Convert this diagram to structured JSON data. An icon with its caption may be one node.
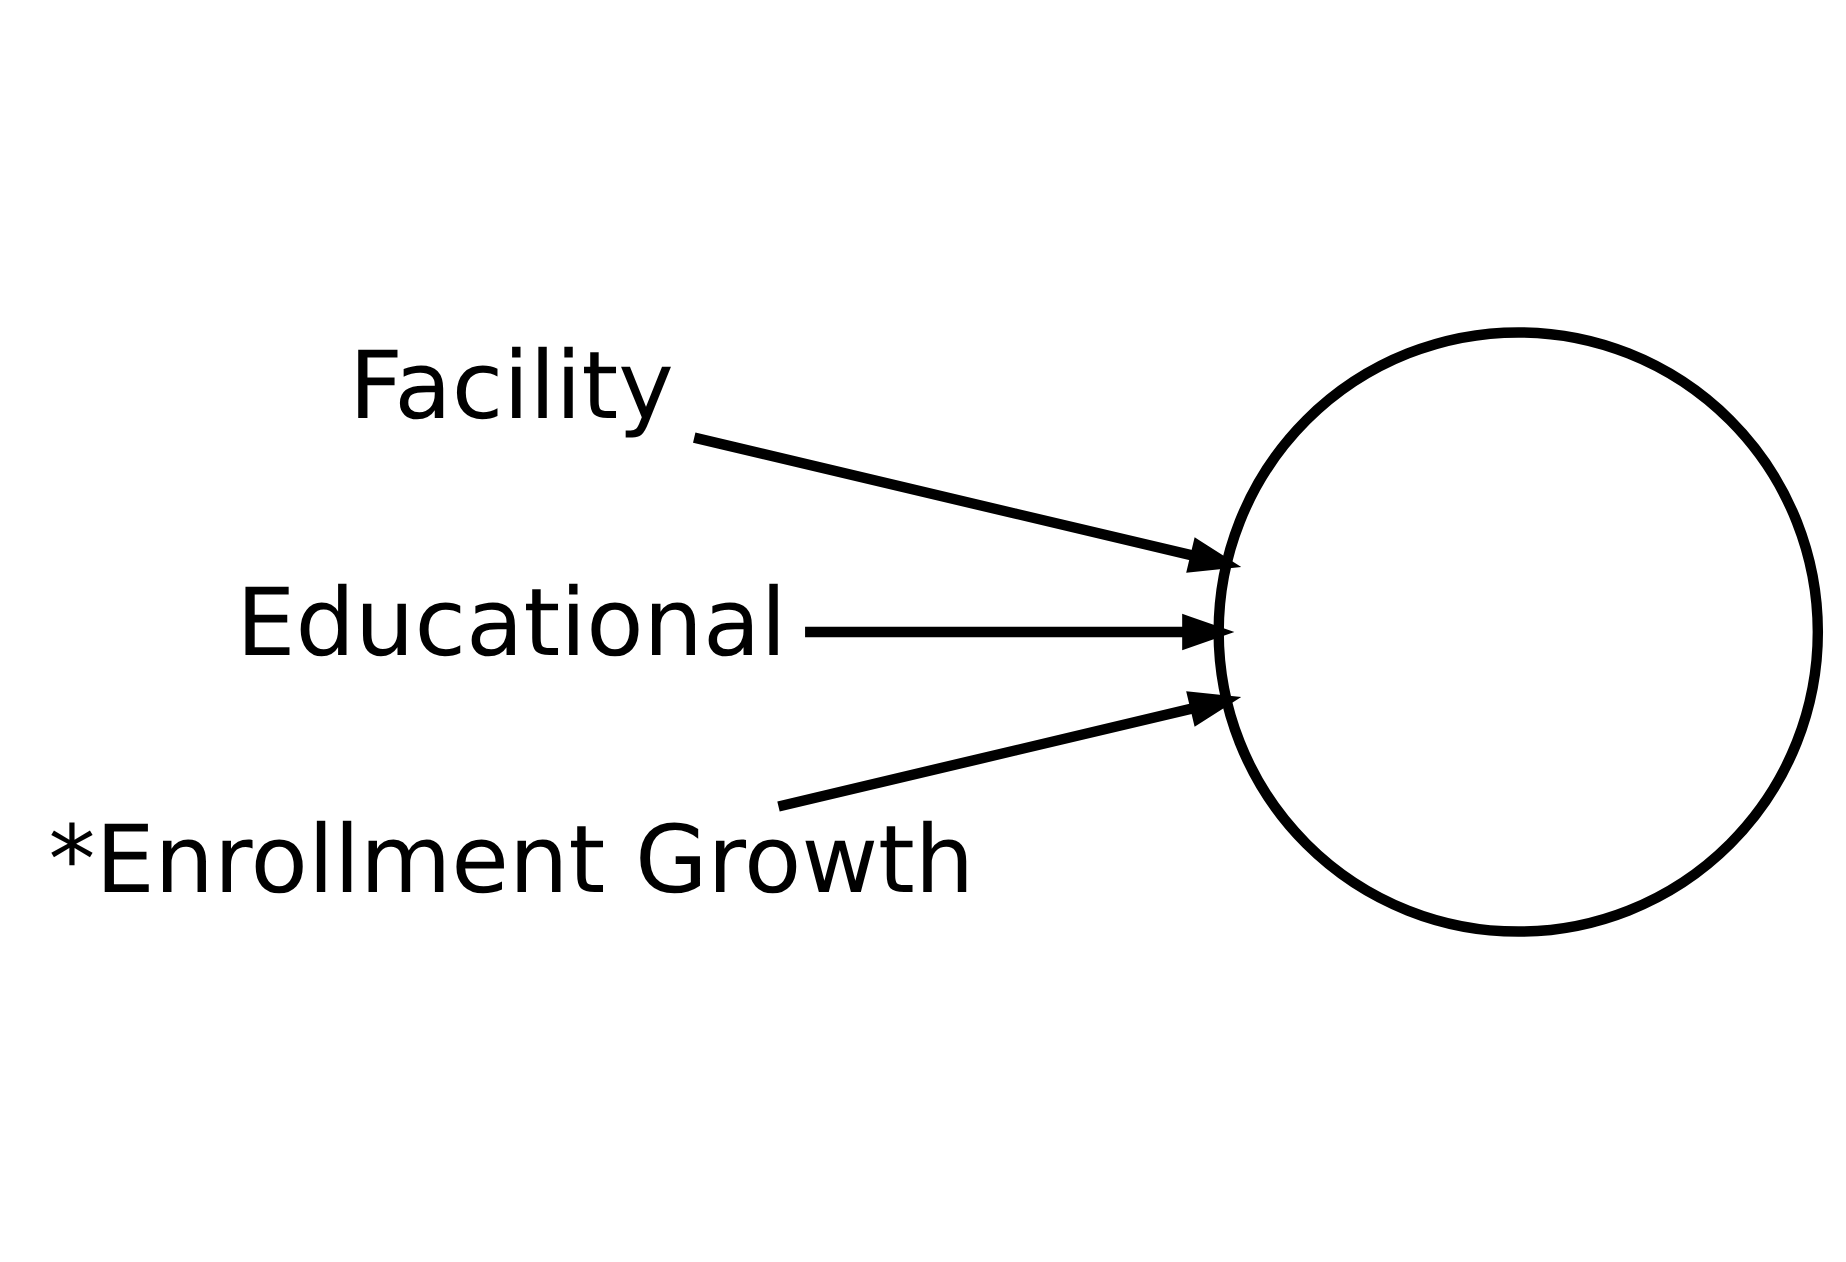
{
  "diagram": {
    "nodes": [
      {
        "text": [
          "Facility"
        ]
      },
      {
        "text": [
          "Educational"
        ]
      },
      {
        "text": [
          "*Enrollment Growth"
        ]
      },
      {
        "text": [],
        "shape": "circle"
      }
    ],
    "edges": [
      {
        "from": 0,
        "to": 3,
        "arrow": "to"
      },
      {
        "from": 1,
        "to": 3,
        "arrow": "to"
      },
      {
        "from": 2,
        "to": 3,
        "arrow": "to"
      }
    ]
  }
}
